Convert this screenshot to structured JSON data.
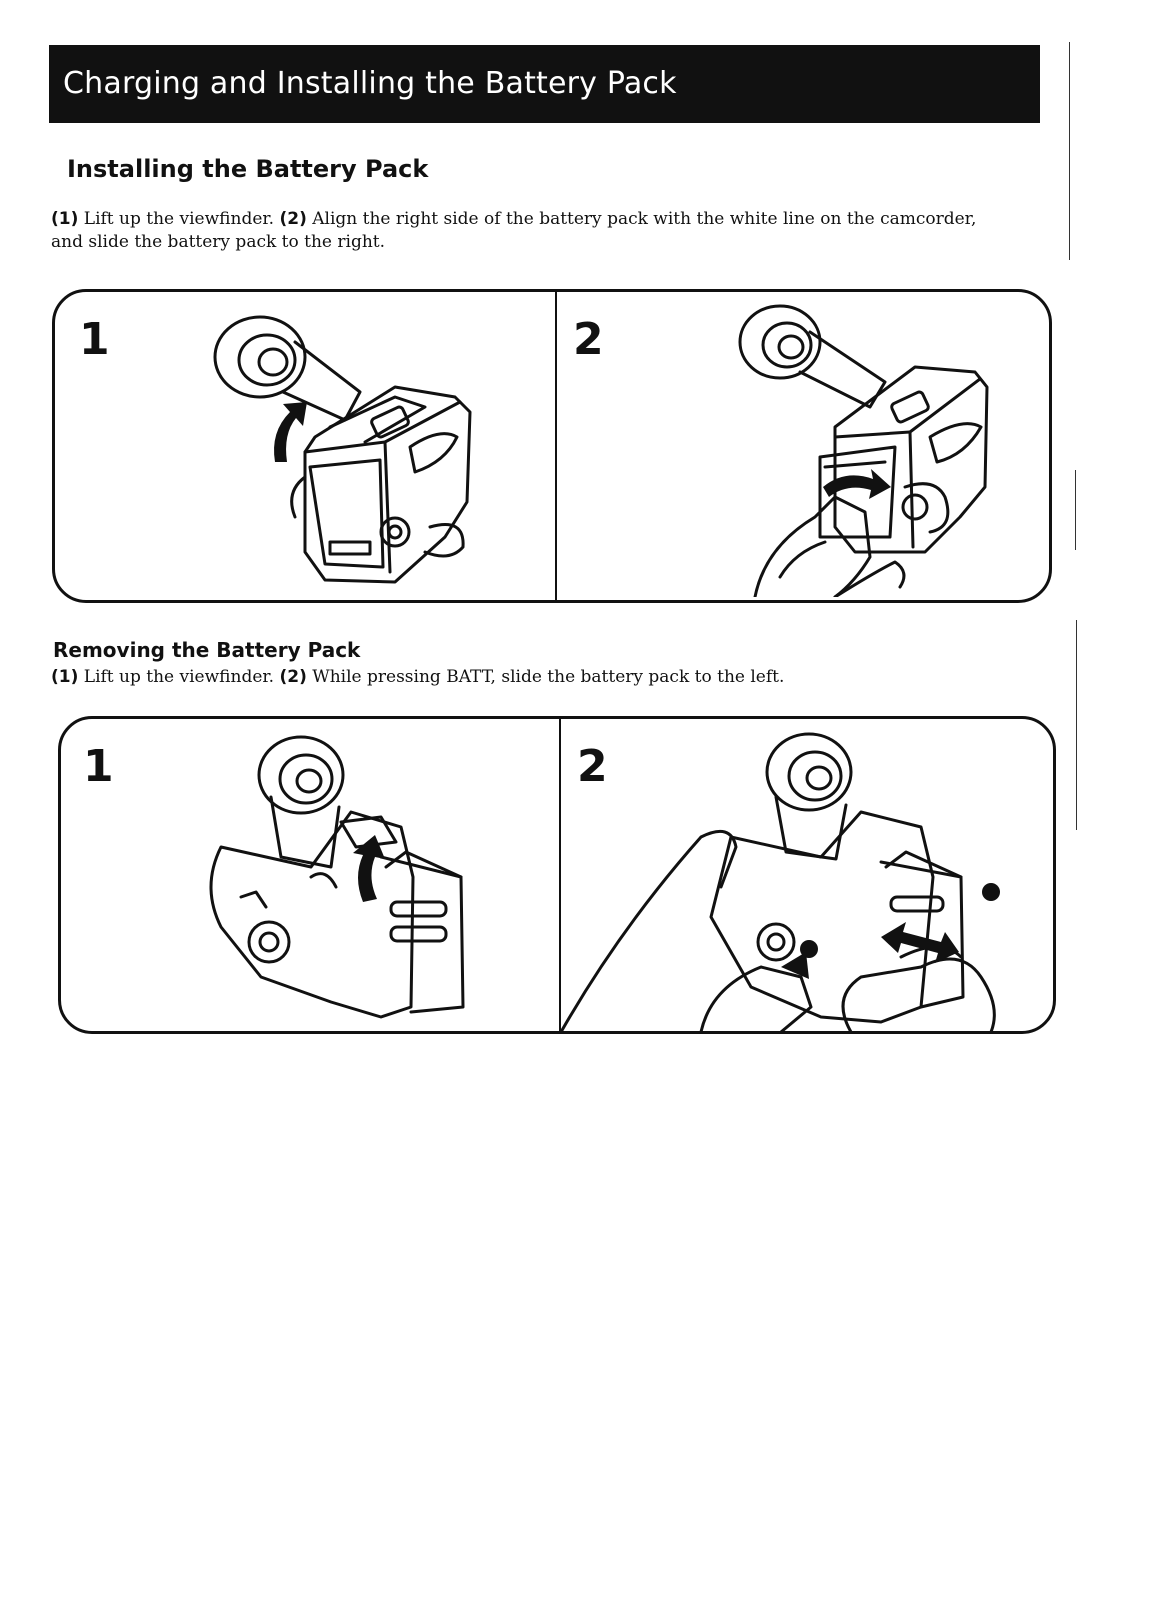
{
  "page": {
    "title": "Charging and Installing the Battery Pack"
  },
  "installing": {
    "heading": "Installing the Battery Pack",
    "step1_no": "(1)",
    "step1_text": " Lift up the viewfinder. ",
    "step2_no": "(2)",
    "step2_text": " Align the right side of the battery pack with the white line on the camcorder, and slide the battery pack to the right.",
    "panel_labels": [
      "1",
      "2"
    ]
  },
  "removing": {
    "heading": "Removing the Battery Pack",
    "step1_no": "(1)",
    "step1_text": " Lift up the viewfinder. ",
    "step2_no": "(2)",
    "step2_text": " While pressing BATT, slide the battery pack to the left.",
    "panel_labels": [
      "1",
      "2"
    ]
  }
}
